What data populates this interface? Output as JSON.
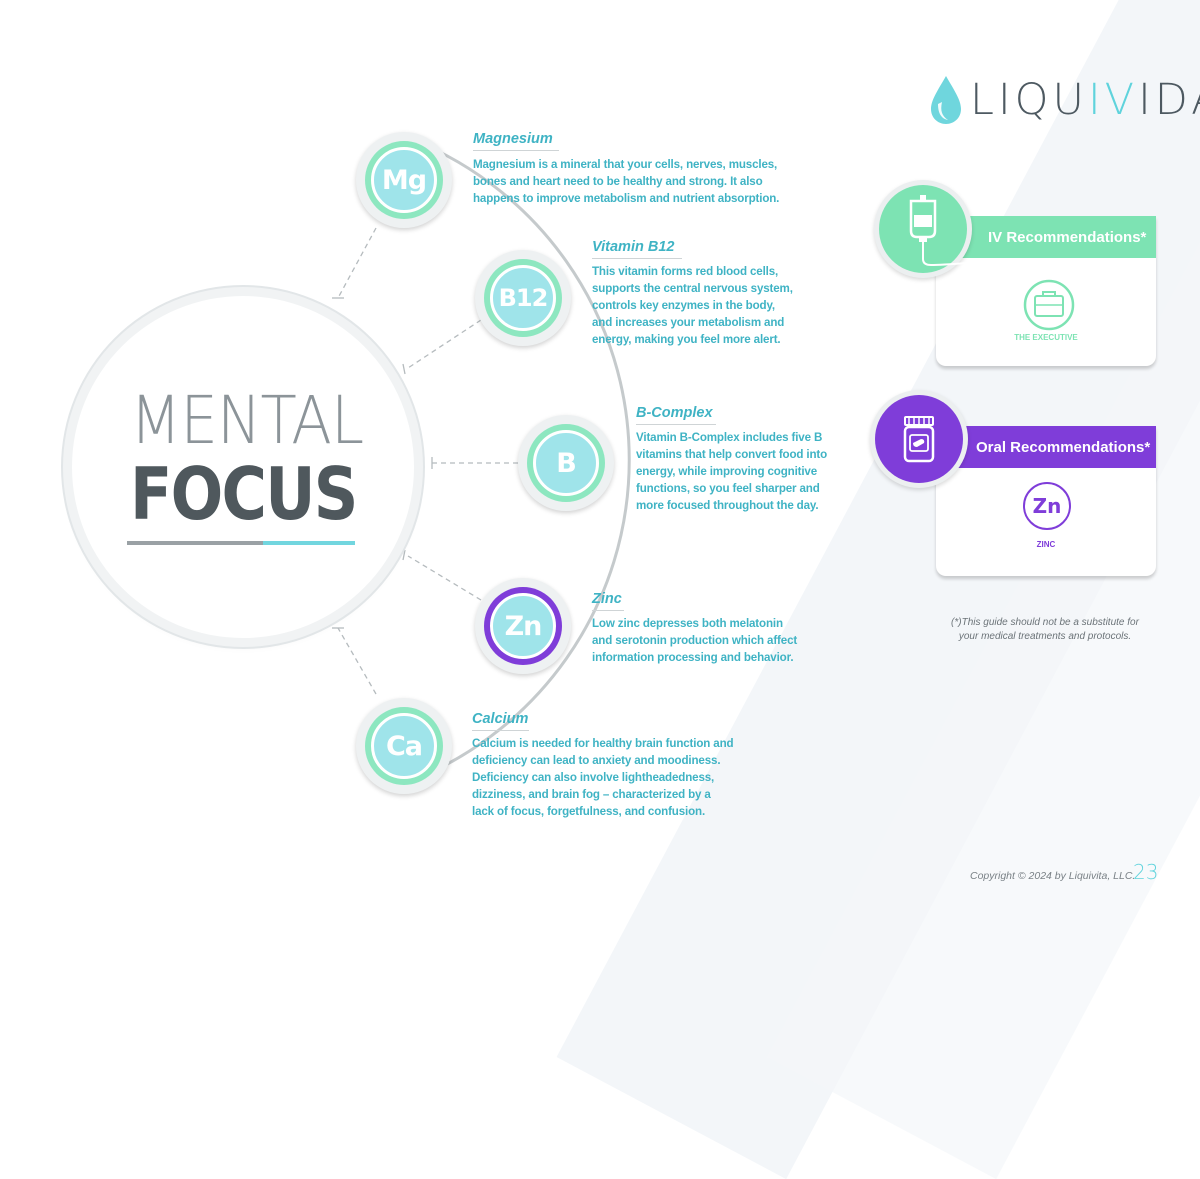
{
  "brand": {
    "name_pre": "LIQU",
    "name_iv": "IV",
    "name_post": "IDA",
    "registered": "®"
  },
  "hero": {
    "line1": "MENTAL",
    "line2": "FOCUS"
  },
  "nutrients": [
    {
      "symbol": "Mg",
      "title": "Magnesium",
      "description": "Magnesium is a mineral that your cells, nerves, muscles, bones and heart need to be healthy and strong. It also happens to improve metabolism and nutrient absorption.",
      "ring_color": "#8de7c0"
    },
    {
      "symbol": "B12",
      "title": "Vitamin B12",
      "description": "This vitamin forms red blood cells, supports the central nervous system, controls key enzymes in the body, and increases your metabolism and energy, making you feel more alert.",
      "ring_color": "#8de7c0"
    },
    {
      "symbol": "B",
      "title": "B-Complex",
      "description": "Vitamin B-Complex includes five B vitamins that help convert food into energy, while improving cognitive functions, so you feel sharper and more focused throughout the day.",
      "ring_color": "#8de7c0"
    },
    {
      "symbol": "Zn",
      "title": "Zinc",
      "description": "Low zinc depresses both melatonin and serotonin production which affect information processing and behavior.",
      "ring_color": "#7f3dd9"
    },
    {
      "symbol": "Ca",
      "title": "Calcium",
      "description": "Calcium is needed for healthy brain function and deficiency can lead to anxiety and moodiness. Deficiency can also involve lightheadedness, dizziness, and brain fog – characterized by a lack of focus, forgetfulness, and confusion.",
      "ring_color": "#8de7c0"
    }
  ],
  "iv_card": {
    "title": "IV Recommendations*",
    "item_label": "THE EXECUTIVE",
    "icon": "iv-bag-icon",
    "item_icon": "briefcase-icon",
    "color": "#7de3b3"
  },
  "oral_card": {
    "title": "Oral Recommendations*",
    "item_symbol": "Zn",
    "item_label": "ZINC",
    "icon": "pill-bottle-icon",
    "color": "#7f3dd9"
  },
  "disclaimer": {
    "line1": "(*)This guide should not be a substitute for",
    "line2": "your medical treatments and protocols."
  },
  "footer": {
    "copyright": "Copyright © 2024 by Liquivita, LLC.",
    "page_number": "23"
  },
  "colors": {
    "teal": "#3fb3c4",
    "light_teal": "#5fd3dc",
    "mint": "#8de7c0",
    "purple": "#7f3dd9",
    "gray_text": "#4f585d"
  }
}
